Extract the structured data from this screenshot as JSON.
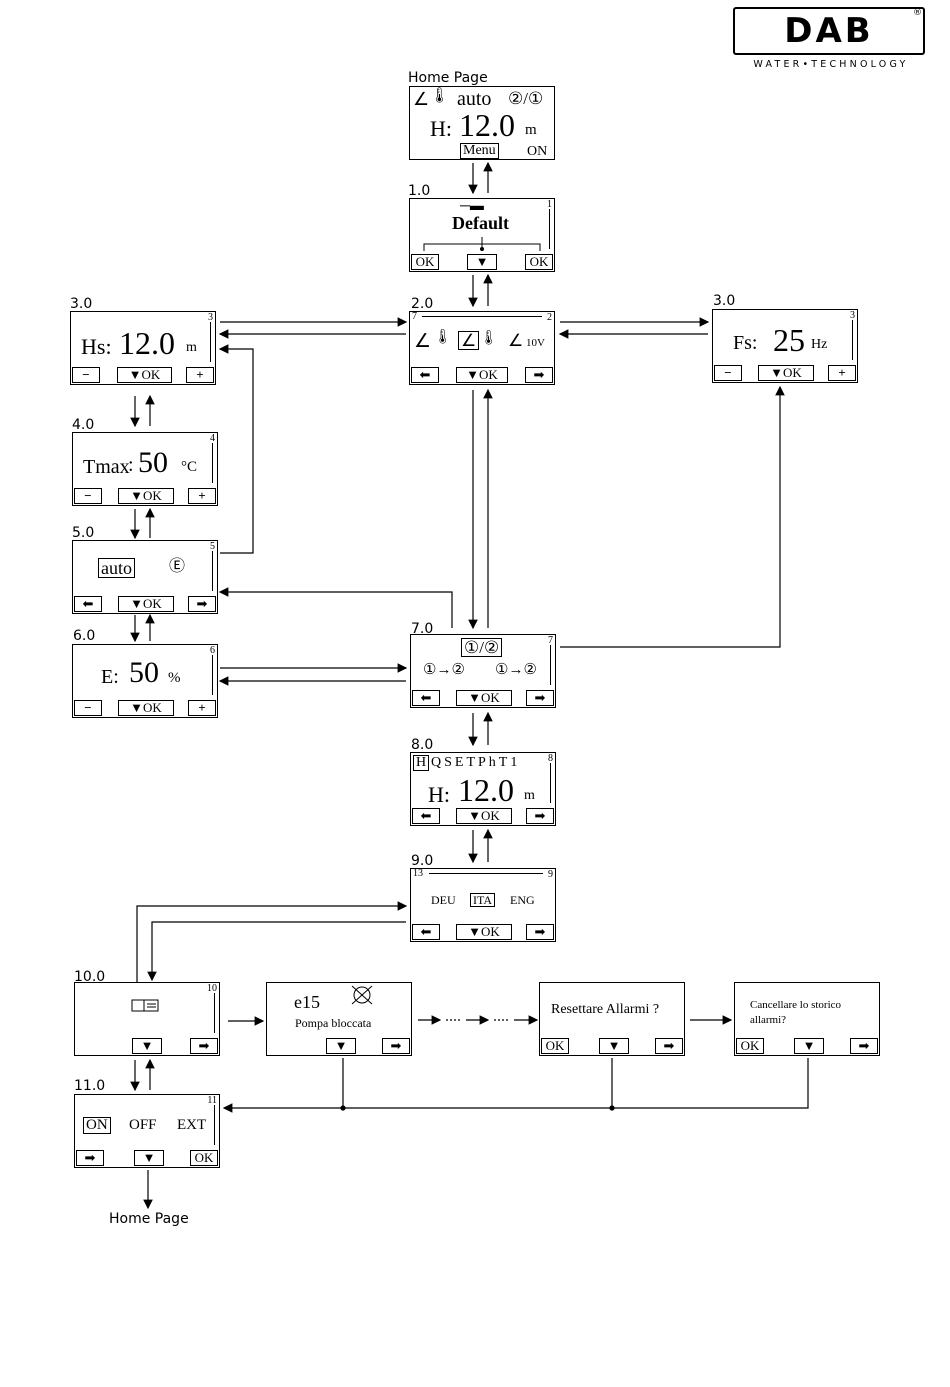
{
  "logo": {
    "brand": "DAB",
    "tagline": "WATER•TECHNOLOGY",
    "registered": "®"
  },
  "labels": {
    "home_top": "Home Page",
    "s1": "1.0",
    "s2": "2.0",
    "s3a": "3.0",
    "s3b": "3.0",
    "s4": "4.0",
    "s5": "5.0",
    "s6": "6.0",
    "s7": "7.0",
    "s8": "8.0",
    "s9": "9.0",
    "s10": "10.0",
    "s11": "11.0",
    "home_bottom": "Home Page"
  },
  "icons": {
    "hook": "∠",
    "thermo": "🌡",
    "triangle": "▼",
    "left_arrow": "⬅",
    "right_arrow": "➡",
    "tool": "─▬"
  },
  "home": {
    "mode": "auto",
    "pumps": "②/①",
    "h_label": "H:",
    "h_value": "12.0",
    "h_unit": "m",
    "menu": "Menu",
    "state": "ON"
  },
  "s1": {
    "text": "Default",
    "ok_left": "OK",
    "ok_right": "OK",
    "num": "1"
  },
  "s2": {
    "label_10v": "10V",
    "num": "2",
    "num_left": "7"
  },
  "s3a": {
    "label": "Hs:",
    "value": "12.0",
    "unit": "m",
    "num": "3",
    "minus": "−",
    "plus": "+",
    "ok": "OK"
  },
  "s3b": {
    "label": "Fs:",
    "value": "25",
    "unit": "Hz",
    "num": "3",
    "minus": "−",
    "plus": "+",
    "ok": "OK"
  },
  "s4": {
    "label": "Tmax",
    "colon": ":",
    "value": "50",
    "unit": "°C",
    "num": "4",
    "minus": "−",
    "plus": "+",
    "ok": "OK"
  },
  "s5": {
    "mode": "auto",
    "e_icon": "Ⓔ",
    "num": "5",
    "ok": "OK"
  },
  "s6": {
    "label": "E:",
    "value": "50",
    "unit": "%",
    "num": "6",
    "minus": "−",
    "plus": "+",
    "ok": "OK"
  },
  "s7": {
    "top": "①/②",
    "left": "①→②",
    "right": "①→②",
    "num": "7",
    "ok": "OK"
  },
  "s8": {
    "tabs_sel": "H",
    "tabs": "QSETPhT1",
    "h_label": "H:",
    "h_value": "12.0",
    "h_unit": "m",
    "num": "8",
    "ok": "OK"
  },
  "s9": {
    "deu": "DEU",
    "ita": "ITA",
    "eng": "ENG",
    "num": "9",
    "num_left": "13",
    "ok": "OK"
  },
  "s10": {
    "num": "10"
  },
  "alarm": {
    "code": "e15",
    "text": "Pompa bloccata"
  },
  "reset": {
    "text": "Resettare Allarmi ?",
    "ok": "OK"
  },
  "clear": {
    "line1": "Cancellare lo storico",
    "line2": "allarmi?",
    "ok": "OK"
  },
  "s11": {
    "on": "ON",
    "off": "OFF",
    "ext": "EXT",
    "num": "11",
    "ok": "OK"
  }
}
